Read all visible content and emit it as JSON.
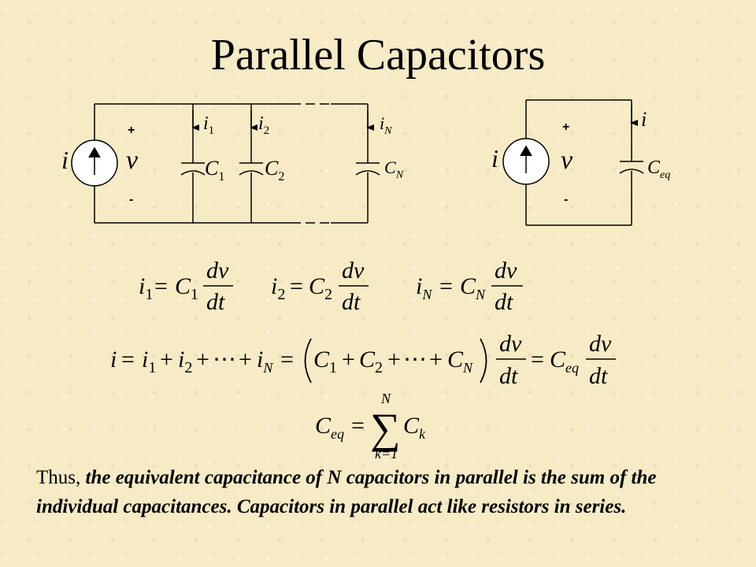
{
  "title": "Parallel Capacitors",
  "circuit_left": {
    "source_label": "i",
    "plus": "+",
    "minus": "-",
    "voltage": "v",
    "branches": [
      {
        "current": "i",
        "current_sub": "1",
        "cap": "C",
        "cap_sub": "1"
      },
      {
        "current": "i",
        "current_sub": "2",
        "cap": "C",
        "cap_sub": "2"
      },
      {
        "current": "i",
        "current_sub": "N",
        "cap": "C",
        "cap_sub": "N"
      }
    ]
  },
  "circuit_right": {
    "source_label": "i",
    "plus": "+",
    "minus": "-",
    "voltage": "v",
    "current": "i",
    "cap": "C",
    "cap_sub": "eq"
  },
  "equations": {
    "eq1": {
      "lhs": "i",
      "lhs_sub": "1",
      "cap": "C",
      "cap_sub": "1"
    },
    "eq2": {
      "lhs": "i",
      "lhs_sub": "2",
      "cap": "C",
      "cap_sub": "2"
    },
    "eqN": {
      "lhs": "i",
      "lhs_sub": "N",
      "cap": "C",
      "cap_sub": "N"
    },
    "dv": "dv",
    "dt": "dt",
    "equals": "=",
    "plus": "+",
    "dots": "⋯",
    "sum_symbol": "∑",
    "sum_upper": "N",
    "sum_lower": "k=1",
    "term_i": "i",
    "term_c": "C",
    "sub_k": "k",
    "sub_eq": "eq"
  },
  "caption": {
    "lead": "Thus, ",
    "body": "the equivalent capacitance of N capacitors in parallel is the sum of the individual capacitances.  Capacitors in parallel act like resistors in series."
  }
}
